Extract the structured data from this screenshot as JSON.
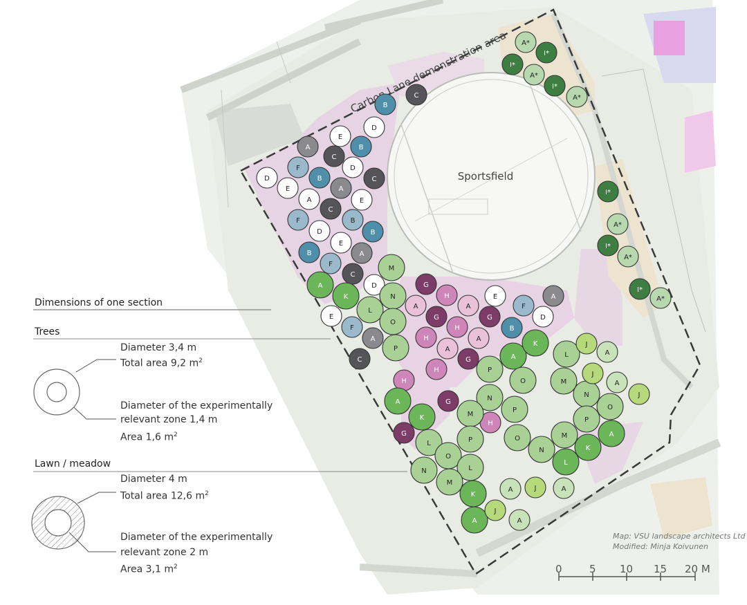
{
  "map": {
    "area_title": "Carbon Lane demonstration area",
    "sportsfield_label": "Sportsfield",
    "credit_line1": "Map: VSU landscape architects Ltd",
    "credit_line2": "Modified: Minja Koivunen"
  },
  "scale": {
    "ticks": [
      "0",
      "5",
      "10",
      "15",
      "20 M"
    ]
  },
  "legend": {
    "heading": "Dimensions of one section",
    "trees": {
      "heading": "Trees",
      "diameter": "Diameter 3,4 m",
      "total_area": "Total area 9,2 m",
      "zone_line1": "Diameter of the experimentally",
      "zone_line2": "relevant zone 1,4 m",
      "zone_area": "Area 1,6 m"
    },
    "lawn": {
      "heading": "Lawn / meadow",
      "diameter": "Diameter 4 m",
      "total_area": "Total area 12,6 m",
      "zone_line1": "Diameter of the experimentally",
      "zone_line2": "relevant zone 2 m",
      "zone_area": "Area 3,1 m"
    },
    "superscript": "2"
  },
  "colors": {
    "grey": "#8a8a8e",
    "dark_grey": "#555559",
    "white": "#ffffff",
    "blue": "#4f8faa",
    "light_blue": "#9ab9cb",
    "pink": "#cd86b7",
    "light_pink": "#e9c2d9",
    "purple": "#7d3c67",
    "green": "#6cb65a",
    "light_green": "#a9d196",
    "pale_green": "#c8e2ba",
    "lime": "#b6d97c",
    "dark_green": "#3f7e43",
    "mid_green": "#8fbf86",
    "light_mid_green": "#b8d8b0"
  },
  "circles": [
    [
      "B",
      557,
      151,
      "blue"
    ],
    [
      "C",
      602,
      137,
      "dark_grey"
    ],
    [
      "E",
      492,
      197,
      "white"
    ],
    [
      "D",
      541,
      184,
      "white"
    ],
    [
      "A",
      445,
      212,
      "grey"
    ],
    [
      "C",
      483,
      226,
      "dark_grey"
    ],
    [
      "B",
      522,
      212,
      "blue"
    ],
    [
      "D",
      386,
      257,
      "white"
    ],
    [
      "F",
      431,
      242,
      "light_blue"
    ],
    [
      "B",
      462,
      257,
      "blue"
    ],
    [
      "D",
      510,
      242,
      "white"
    ],
    [
      "C",
      541,
      258,
      "dark_grey"
    ],
    [
      "E",
      416,
      272,
      "white"
    ],
    [
      "A",
      493,
      272,
      "grey"
    ],
    [
      "A",
      447,
      288,
      "white"
    ],
    [
      "E",
      523,
      289,
      "white"
    ],
    [
      "C",
      478,
      302,
      "dark_grey"
    ],
    [
      "F",
      431,
      318,
      "light_blue"
    ],
    [
      "B",
      510,
      318,
      "light_blue"
    ],
    [
      "D",
      462,
      334,
      "white"
    ],
    [
      "B",
      539,
      335,
      "blue"
    ],
    [
      "E",
      493,
      351,
      "white"
    ],
    [
      "B",
      447,
      365,
      "blue"
    ],
    [
      "A",
      523,
      366,
      "grey"
    ],
    [
      "F",
      478,
      381,
      "light_blue"
    ],
    [
      "C",
      510,
      396,
      "dark_grey"
    ],
    [
      "D",
      541,
      412,
      "white"
    ],
    [
      "E",
      479,
      457,
      "white"
    ],
    [
      "F",
      509,
      473,
      "light_blue"
    ],
    [
      "A",
      539,
      489,
      "grey"
    ],
    [
      "C",
      520,
      519,
      "dark_grey"
    ],
    [
      "G",
      616,
      411,
      "purple"
    ],
    [
      "H",
      646,
      427,
      "pink"
    ],
    [
      "A",
      601,
      442,
      "light_pink"
    ],
    [
      "A",
      677,
      442,
      "light_pink"
    ],
    [
      "E",
      716,
      428,
      "white"
    ],
    [
      "G",
      631,
      458,
      "purple"
    ],
    [
      "A",
      800,
      428,
      "grey"
    ],
    [
      "F",
      757,
      442,
      "light_blue"
    ],
    [
      "G",
      708,
      458,
      "purple"
    ],
    [
      "D",
      785,
      458,
      "white"
    ],
    [
      "H",
      661,
      473,
      "pink"
    ],
    [
      "H",
      616,
      488,
      "pink"
    ],
    [
      "A",
      692,
      489,
      "light_pink"
    ],
    [
      "B",
      740,
      474,
      "blue"
    ],
    [
      "A",
      647,
      504,
      "light_pink"
    ],
    [
      "G",
      677,
      519,
      "purple"
    ],
    [
      "H",
      631,
      534,
      "pink"
    ],
    [
      "H",
      584,
      550,
      "pink"
    ],
    [
      "G",
      648,
      580,
      "purple"
    ],
    [
      "H",
      709,
      611,
      "pink"
    ],
    [
      "G",
      584,
      626,
      "purple"
    ],
    [
      "A",
      463,
      412,
      "green"
    ],
    [
      "K",
      500,
      428,
      "green"
    ],
    [
      "M",
      566,
      387,
      "light_green"
    ],
    [
      "N",
      568,
      428,
      "light_green"
    ],
    [
      "L",
      535,
      448,
      "light_green"
    ],
    [
      "O",
      568,
      465,
      "light_green"
    ],
    [
      "P",
      572,
      503,
      "light_green"
    ],
    [
      "A",
      742,
      515,
      "green"
    ],
    [
      "K",
      774,
      496,
      "green"
    ],
    [
      "L",
      819,
      512,
      "light_green"
    ],
    [
      "P",
      708,
      534,
      "light_green"
    ],
    [
      "O",
      756,
      550,
      "light_green"
    ],
    [
      "M",
      815,
      551,
      "light_green"
    ],
    [
      "N",
      708,
      575,
      "light_green"
    ],
    [
      "P",
      744,
      592,
      "light_green"
    ],
    [
      "A",
      575,
      580,
      "green"
    ],
    [
      "K",
      610,
      603,
      "green"
    ],
    [
      "M",
      680,
      598,
      "light_green"
    ],
    [
      "L",
      620,
      640,
      "light_green"
    ],
    [
      "P",
      680,
      635,
      "light_green"
    ],
    [
      "O",
      748,
      633,
      "light_green"
    ],
    [
      "N",
      783,
      650,
      "light_green"
    ],
    [
      "M",
      816,
      629,
      "light_green"
    ],
    [
      "N",
      848,
      570,
      "light_green"
    ],
    [
      "O",
      882,
      588,
      "light_green"
    ],
    [
      "P",
      848,
      606,
      "light_green"
    ],
    [
      "A",
      884,
      627,
      "green"
    ],
    [
      "K",
      850,
      647,
      "green"
    ],
    [
      "L",
      818,
      668,
      "green"
    ],
    [
      "O",
      648,
      659,
      "light_green"
    ],
    [
      "N",
      613,
      680,
      "light_green"
    ],
    [
      "L",
      680,
      676,
      "light_green"
    ],
    [
      "M",
      650,
      697,
      "light_green"
    ],
    [
      "K",
      684,
      714,
      "green"
    ],
    [
      "A",
      686,
      752,
      "green"
    ],
    [
      "J",
      848,
      497,
      "lime"
    ],
    [
      "A",
      878,
      509,
      "pale_green"
    ],
    [
      "J",
      857,
      540,
      "lime"
    ],
    [
      "A",
      892,
      553,
      "pale_green"
    ],
    [
      "J",
      924,
      570,
      "lime"
    ],
    [
      "A",
      738,
      707,
      "pale_green"
    ],
    [
      "J",
      774,
      705,
      "lime"
    ],
    [
      "A",
      815,
      706,
      "pale_green"
    ],
    [
      "J",
      716,
      738,
      "lime"
    ],
    [
      "A",
      751,
      752,
      "pale_green"
    ],
    [
      "A*",
      760,
      61,
      "light_mid_green"
    ],
    [
      "I*",
      790,
      76,
      "dark_green"
    ],
    [
      "I*",
      741,
      93,
      "dark_green"
    ],
    [
      "A*",
      772,
      108,
      "light_mid_green"
    ],
    [
      "I*",
      802,
      124,
      "dark_green"
    ],
    [
      "A*",
      834,
      140,
      "light_mid_green"
    ],
    [
      "I*",
      879,
      277,
      "dark_green"
    ],
    [
      "A*",
      893,
      324,
      "light_mid_green"
    ],
    [
      "I*",
      879,
      355,
      "dark_green"
    ],
    [
      "A*",
      908,
      371,
      "light_mid_green"
    ],
    [
      "I*",
      925,
      418,
      "dark_green"
    ],
    [
      "A*",
      955,
      431,
      "light_mid_green"
    ]
  ]
}
